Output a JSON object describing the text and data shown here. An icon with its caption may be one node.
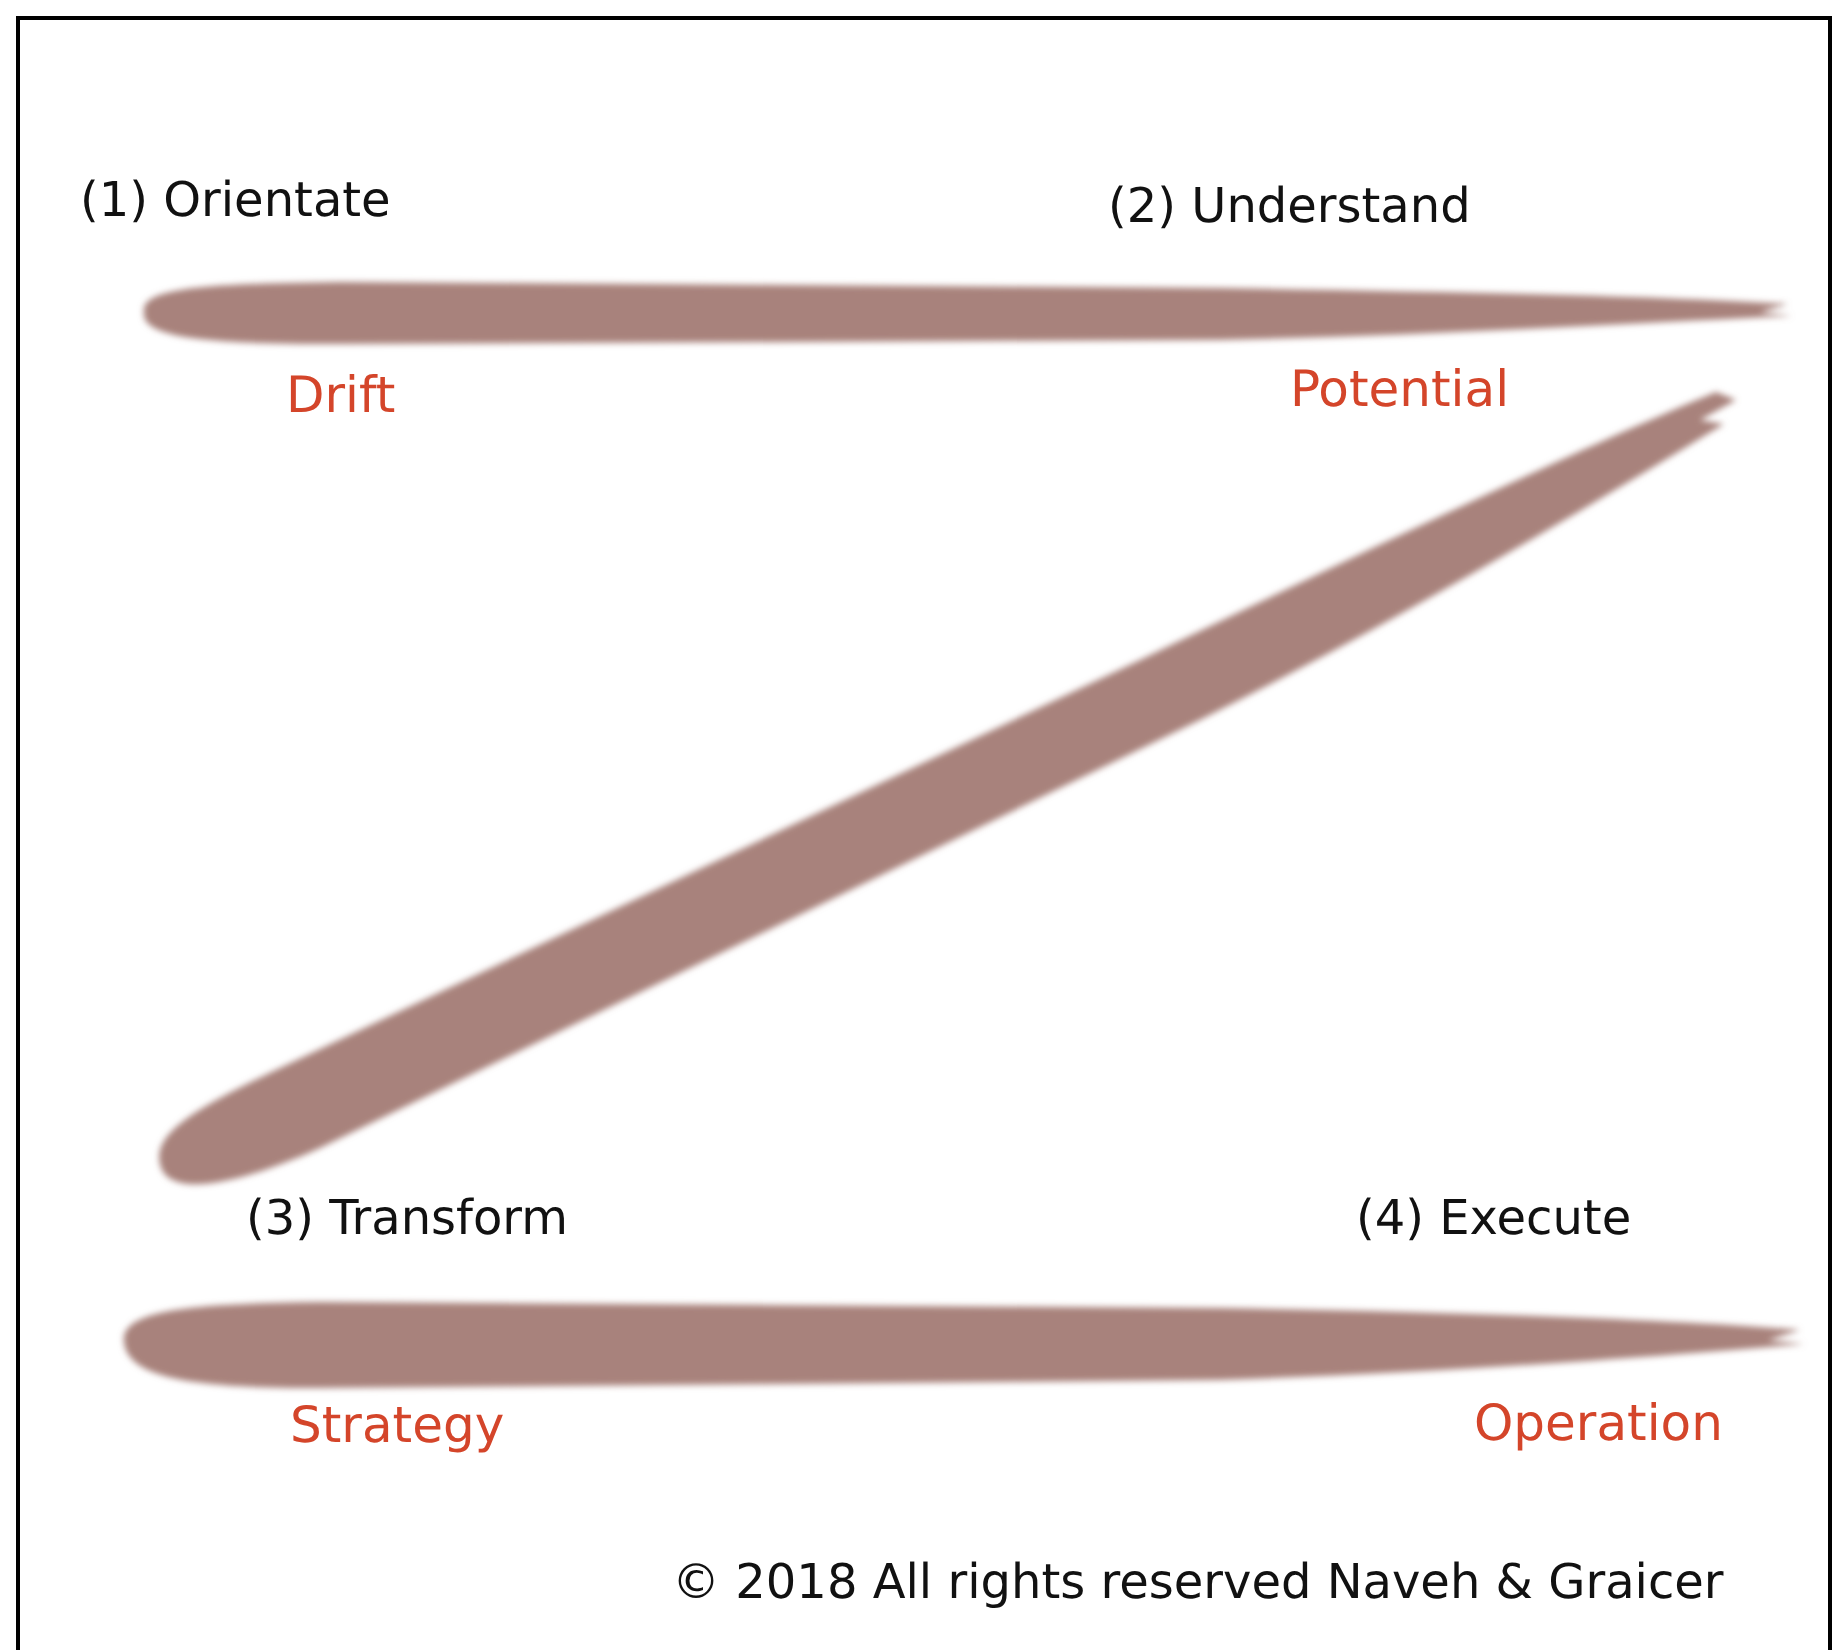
{
  "diagram": {
    "labels": [
      "(1) Orientate",
      "(2) Understand",
      "Drift",
      "Potential",
      "(3) Transform",
      "(4) Execute",
      "Strategy",
      "Operation",
      "© 2018 All rights reserved Naveh & Graicer"
    ]
  }
}
